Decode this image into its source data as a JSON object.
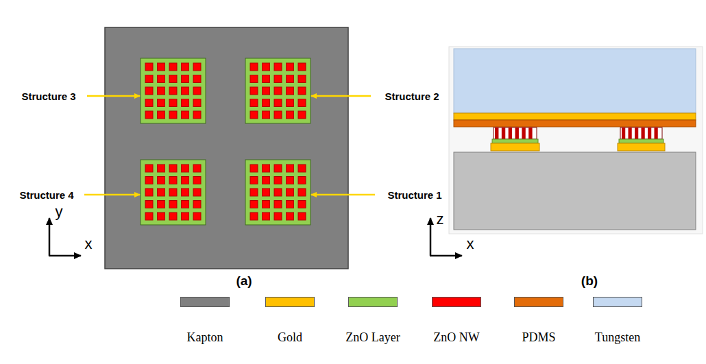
{
  "diagram": {
    "labels": [
      "Structure 3",
      "Structure 2",
      "Structure 4",
      "Structure 1",
      "y",
      "x",
      "(a)",
      "z",
      "x",
      "(b)"
    ],
    "legend": [
      {
        "text": "Kapton",
        "color": "#808080"
      },
      {
        "text": "Gold",
        "color": "#ffc000"
      },
      {
        "text": "ZnO Layer",
        "color": "#92d050"
      },
      {
        "text": "ZnO NW",
        "color": "#ff0000"
      },
      {
        "text": "PDMS",
        "color": "#e36c09"
      },
      {
        "text": "Tungsten",
        "color": "#c5d9f1"
      }
    ]
  }
}
